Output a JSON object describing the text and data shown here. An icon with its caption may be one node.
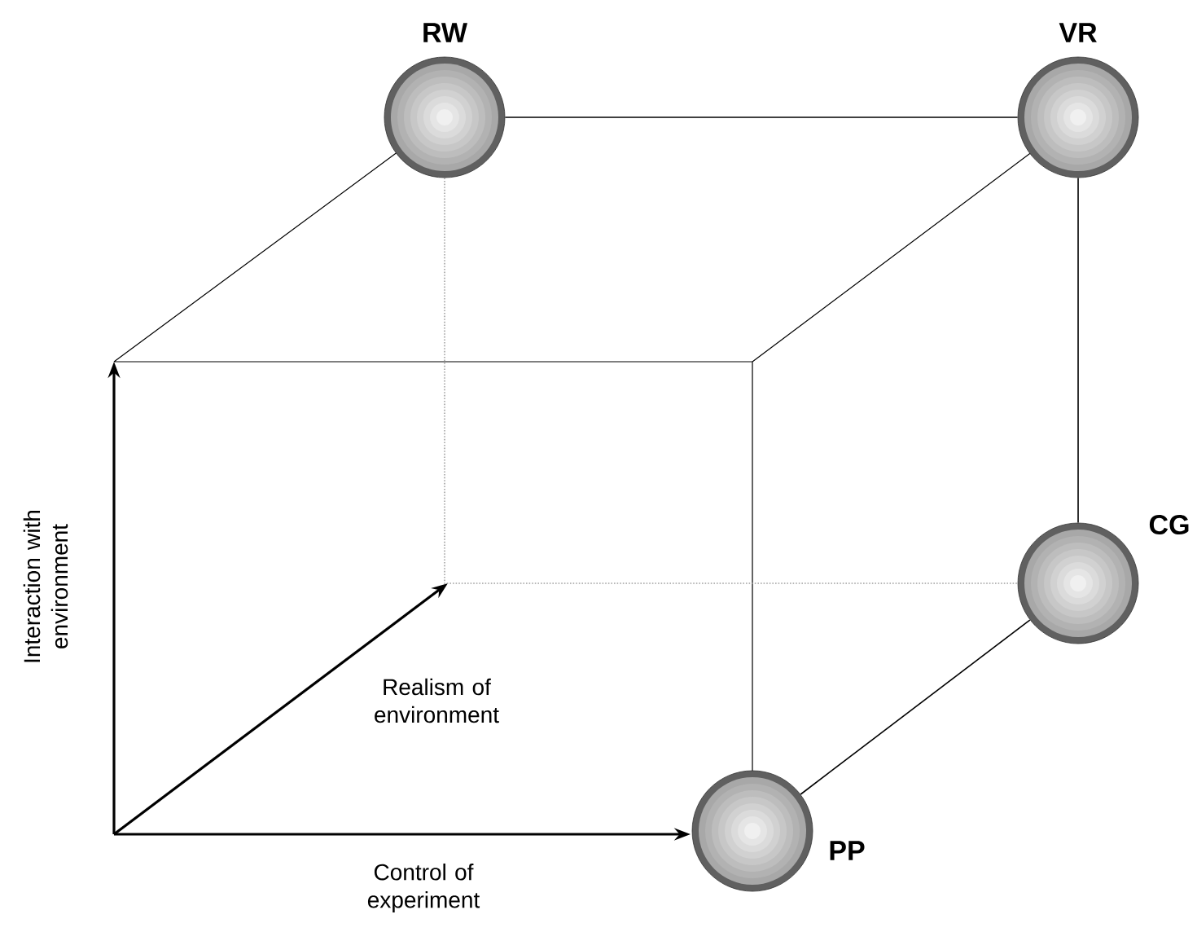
{
  "diagram": {
    "nodes": [
      {
        "text": [],
        "shape": "circle",
        "beside": [
          "RW"
        ]
      },
      {
        "text": [],
        "shape": "circle",
        "beside": [
          "VR"
        ]
      },
      {
        "text": [],
        "shape": "circle",
        "beside": [
          "CG"
        ]
      },
      {
        "text": [],
        "shape": "circle",
        "beside": [
          "PP"
        ]
      }
    ],
    "edges": [
      {
        "from": 0,
        "to": 1,
        "arrow": "none"
      },
      {
        "from": 1,
        "to": 2,
        "arrow": "none"
      },
      {
        "from": 3,
        "to": 2,
        "arrow": "none"
      },
      {
        "from": 0,
        "to": 2,
        "arrow": "none",
        "style": "dashed",
        "color": "#a0a0a0"
      }
    ],
    "labels": [
      "Interaction with environment",
      "Realism of environment",
      "Control of experiment"
    ]
  }
}
